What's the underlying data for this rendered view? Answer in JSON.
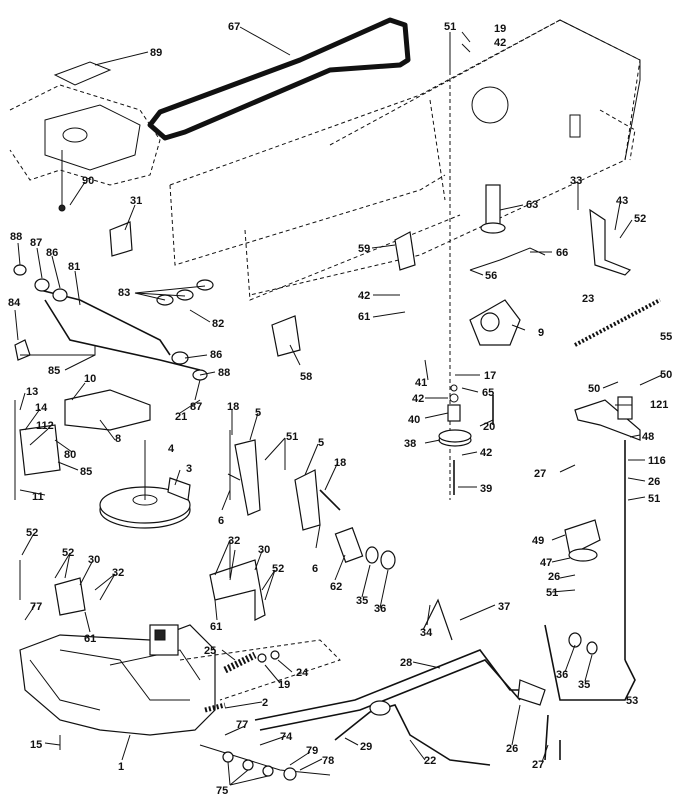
{
  "callouts": [
    {
      "id": "c89",
      "text": "89"
    },
    {
      "id": "c67",
      "text": "67"
    },
    {
      "id": "c51a",
      "text": "51"
    },
    {
      "id": "c19a",
      "text": "19"
    },
    {
      "id": "c42a",
      "text": "42"
    },
    {
      "id": "c90",
      "text": "90"
    },
    {
      "id": "c31",
      "text": "31"
    },
    {
      "id": "c63a",
      "text": "63"
    },
    {
      "id": "c33",
      "text": "33"
    },
    {
      "id": "c43",
      "text": "43"
    },
    {
      "id": "c52a",
      "text": "52"
    },
    {
      "id": "c88a",
      "text": "88"
    },
    {
      "id": "c87a",
      "text": "87"
    },
    {
      "id": "c86a",
      "text": "86"
    },
    {
      "id": "c81",
      "text": "81"
    },
    {
      "id": "c59",
      "text": "59"
    },
    {
      "id": "c66",
      "text": "66"
    },
    {
      "id": "c56",
      "text": "56"
    },
    {
      "id": "c42b",
      "text": "42"
    },
    {
      "id": "c23",
      "text": "23"
    },
    {
      "id": "c83",
      "text": "83"
    },
    {
      "id": "c82",
      "text": "82"
    },
    {
      "id": "c61a",
      "text": "61"
    },
    {
      "id": "c84",
      "text": "84"
    },
    {
      "id": "c55",
      "text": "55"
    },
    {
      "id": "c9",
      "text": "9"
    },
    {
      "id": "c58",
      "text": "58"
    },
    {
      "id": "c85a",
      "text": "85"
    },
    {
      "id": "c86b",
      "text": "86"
    },
    {
      "id": "c88b",
      "text": "88"
    },
    {
      "id": "c10",
      "text": "10"
    },
    {
      "id": "c87b",
      "text": "87"
    },
    {
      "id": "c13",
      "text": "13"
    },
    {
      "id": "c41",
      "text": "41"
    },
    {
      "id": "c17",
      "text": "17"
    },
    {
      "id": "c42c",
      "text": "42"
    },
    {
      "id": "c65",
      "text": "65"
    },
    {
      "id": "c50a",
      "text": "50"
    },
    {
      "id": "c50b",
      "text": "50"
    },
    {
      "id": "c14",
      "text": "14"
    },
    {
      "id": "c21",
      "text": "21"
    },
    {
      "id": "c18a",
      "text": "18"
    },
    {
      "id": "c5a",
      "text": "5"
    },
    {
      "id": "c121",
      "text": "121"
    },
    {
      "id": "c112",
      "text": "112"
    },
    {
      "id": "c8",
      "text": "8"
    },
    {
      "id": "c40",
      "text": "40"
    },
    {
      "id": "c20",
      "text": "20"
    },
    {
      "id": "c80",
      "text": "80"
    },
    {
      "id": "c51b",
      "text": "51"
    },
    {
      "id": "c4",
      "text": "4"
    },
    {
      "id": "c5b",
      "text": "5"
    },
    {
      "id": "c48",
      "text": "48"
    },
    {
      "id": "c38",
      "text": "38"
    },
    {
      "id": "c42d",
      "text": "42"
    },
    {
      "id": "c85b",
      "text": "85"
    },
    {
      "id": "c18b",
      "text": "18"
    },
    {
      "id": "c27a",
      "text": "27"
    },
    {
      "id": "c116",
      "text": "116"
    },
    {
      "id": "c3",
      "text": "3"
    },
    {
      "id": "c11",
      "text": "11"
    },
    {
      "id": "c39",
      "text": "39"
    },
    {
      "id": "c26a",
      "text": "26"
    },
    {
      "id": "c51c",
      "text": "51"
    },
    {
      "id": "c6a",
      "text": "6"
    },
    {
      "id": "c52b",
      "text": "52"
    },
    {
      "id": "c6b",
      "text": "6"
    },
    {
      "id": "c49",
      "text": "49"
    },
    {
      "id": "c32a",
      "text": "32"
    },
    {
      "id": "c52c",
      "text": "52"
    },
    {
      "id": "c30a",
      "text": "30"
    },
    {
      "id": "c62",
      "text": "62"
    },
    {
      "id": "c47",
      "text": "47"
    },
    {
      "id": "c26b",
      "text": "26"
    },
    {
      "id": "c30b",
      "text": "30"
    },
    {
      "id": "c32b",
      "text": "32"
    },
    {
      "id": "c52d",
      "text": "52"
    },
    {
      "id": "c35a",
      "text": "35"
    },
    {
      "id": "c36a",
      "text": "36"
    },
    {
      "id": "c51d",
      "text": "51"
    },
    {
      "id": "c77a",
      "text": "77"
    },
    {
      "id": "c61b",
      "text": "61"
    },
    {
      "id": "c61c",
      "text": "61"
    },
    {
      "id": "c34",
      "text": "34"
    },
    {
      "id": "c37",
      "text": "37"
    },
    {
      "id": "c25",
      "text": "25"
    },
    {
      "id": "c24",
      "text": "24"
    },
    {
      "id": "c28",
      "text": "28"
    },
    {
      "id": "c36b",
      "text": "36"
    },
    {
      "id": "c19b",
      "text": "19"
    },
    {
      "id": "c35b",
      "text": "35"
    },
    {
      "id": "c2",
      "text": "2"
    },
    {
      "id": "c53",
      "text": "53"
    },
    {
      "id": "c29",
      "text": "29"
    },
    {
      "id": "c77b",
      "text": "77"
    },
    {
      "id": "c74",
      "text": "74"
    },
    {
      "id": "c15",
      "text": "15"
    },
    {
      "id": "c1",
      "text": "1"
    },
    {
      "id": "c79",
      "text": "79"
    },
    {
      "id": "c78",
      "text": "78"
    },
    {
      "id": "c22",
      "text": "22"
    },
    {
      "id": "c26c",
      "text": "26"
    },
    {
      "id": "c27b",
      "text": "27"
    },
    {
      "id": "c75",
      "text": "75"
    }
  ]
}
